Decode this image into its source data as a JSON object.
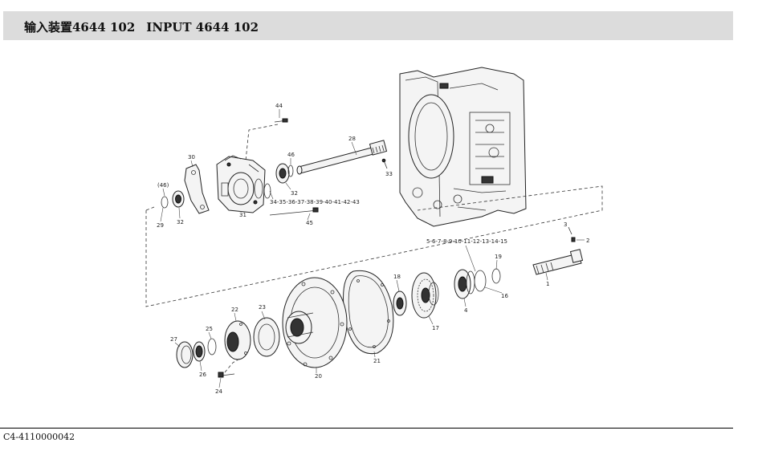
{
  "header": {
    "title_cn": "输入装置4644 102",
    "title_en": "INPUT 4644 102"
  },
  "footer": {
    "code": "C4-4110000042"
  },
  "diagram": {
    "labels": {
      "p1": "1",
      "p2": "2",
      "p3": "3",
      "p4": "4",
      "p5_15": "5-6-7-8-9-10-11-12-13-14-15",
      "p16": "16",
      "p17": "17",
      "p18": "18",
      "p19": "19",
      "p20": "20",
      "p21": "21",
      "p22": "22",
      "p23": "23",
      "p24": "24",
      "p25": "25",
      "p26": "26",
      "p27": "27",
      "p28": "28",
      "p29": "29",
      "p30": "30",
      "p31": "31",
      "p32a": "32",
      "p32b": "32",
      "p33": "33",
      "p34_43": "34-35-36-37-38-39-40-41-42-43",
      "p44": "44",
      "p45": "45",
      "p46a": "46",
      "p46b": "(46)"
    }
  }
}
